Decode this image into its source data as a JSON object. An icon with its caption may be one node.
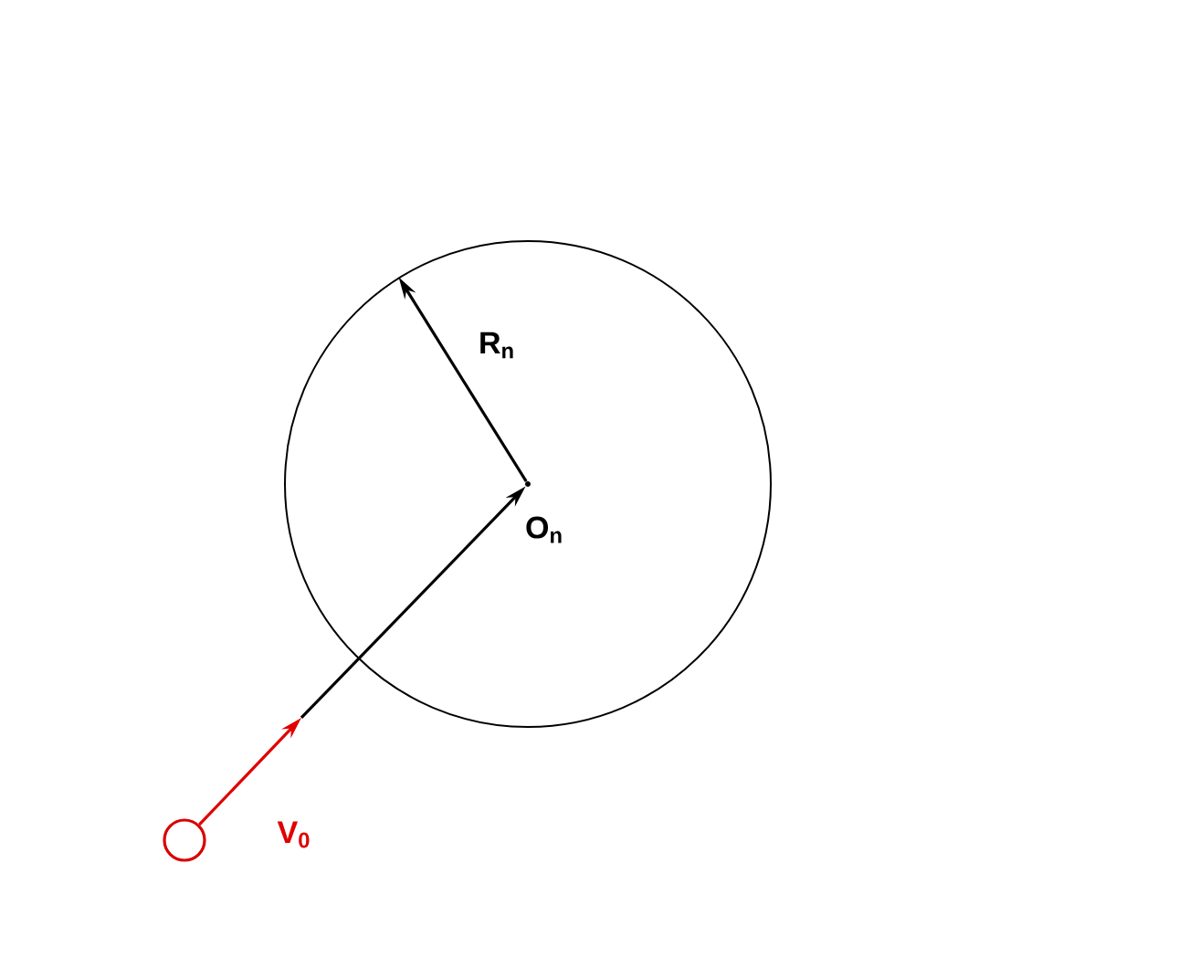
{
  "diagram": {
    "nodes": [
      {
        "text": [],
        "shape": "circle"
      },
      {
        "text": [],
        "shape": "circle"
      },
      {
        "text": [
          "O$_{n}$"
        ],
        "in": 1
      }
    ],
    "edges": [
      {
        "from": 0,
        "to": null,
        "arrow": "to",
        "label": "V$_{0}$",
        "color": "#e00000"
      },
      {
        "from": null,
        "to": 2,
        "arrow": "to"
      },
      {
        "from": 2,
        "to": 1,
        "arrow": "to",
        "label": "R$_{n}$"
      }
    ]
  }
}
